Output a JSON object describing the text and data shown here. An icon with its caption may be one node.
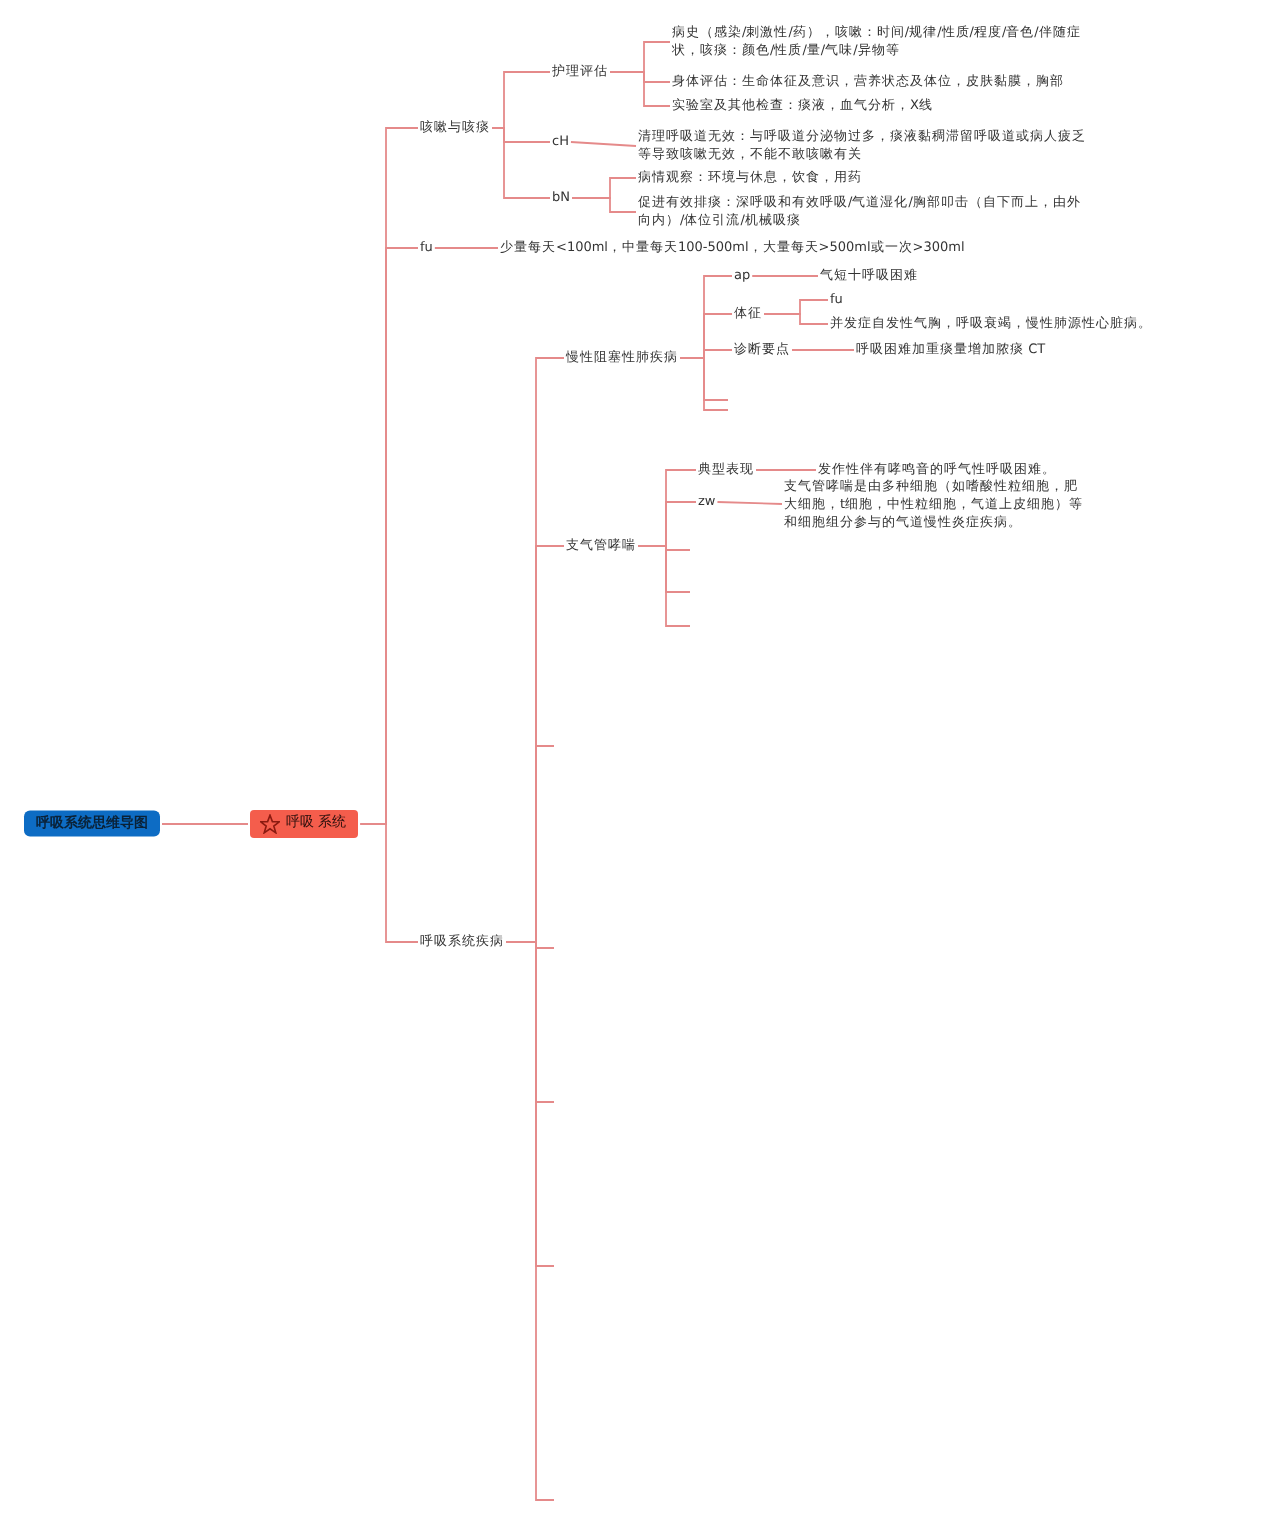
{
  "diagram": {
    "nodes": [
      {
        "text": [
          "呼吸系统思维导图"
        ]
      },
      {
        "text": [
          "呼吸 系统"
        ]
      },
      {
        "text": [
          "咳嗽与咳痰"
        ]
      },
      {
        "text": [
          "护理评估"
        ]
      },
      {
        "text": [
          "病史（感染/刺激性/药），咳嗽：时间/规律/性质/程度/音色/伴随症状，咳痰：颜色/性质/量/气味/异物等"
        ]
      },
      {
        "text": [
          "身体评估：生命体征及意识，营养状态及体位，皮肤黏膜，胸部"
        ]
      },
      {
        "text": [
          "实验室及其他检查：痰液，血气分析，X线"
        ]
      },
      {
        "text": [
          "cH"
        ]
      },
      {
        "text": [
          "清理呼吸道无效：与呼吸道分泌物过多，痰液黏稠滞留呼吸道或病人疲乏等导致咳嗽无效，不能不敢咳嗽有关"
        ]
      },
      {
        "text": [
          "bN"
        ]
      },
      {
        "text": [
          "病情观察：环境与休息，饮食，用药"
        ]
      },
      {
        "text": [
          "促进有效排痰：深呼吸和有效呼吸/气道湿化/胸部叩击（自下而上，由外向内）/体位引流/机械吸痰"
        ]
      },
      {
        "text": [
          "fu"
        ]
      },
      {
        "text": [
          "少量每天<100ml，中量每天100-500ml，大量每天>500ml或一次>300ml"
        ]
      },
      {
        "text": [
          "呼吸系统疾病"
        ]
      },
      {
        "text": [
          "慢性阻塞性肺疾病"
        ]
      },
      {
        "text": [
          "ap"
        ]
      },
      {
        "text": [
          "气短十呼吸困难"
        ]
      },
      {
        "text": [
          "体征"
        ]
      },
      {
        "text": [
          "fu"
        ]
      },
      {
        "text": [
          "并发症自发性气胸，呼吸衰竭，慢性肺源性心脏病。"
        ]
      },
      {
        "text": [
          "诊断要点"
        ]
      },
      {
        "text": [
          "呼吸困难加重痰量增加脓痰 CT"
        ]
      },
      {
        "text": [
          "支气管哮喘"
        ]
      },
      {
        "text": [
          "典型表现"
        ]
      },
      {
        "text": [
          "发作性伴有哮鸣音的呼气性呼吸困难。"
        ]
      },
      {
        "text": [
          "zw"
        ]
      },
      {
        "text": [
          "支气管哮喘是由多种细胞（如嗜酸性粒细胞，肥大细胞，t细胞，中性粒细胞，气道上皮细胞）等和细胞组分参与的气道慢性炎症疾病。"
        ]
      }
    ],
    "edges": [
      {
        "from": 0,
        "to": 1,
        "arrow": "none"
      },
      {
        "from": 1,
        "to": 2,
        "arrow": "none"
      },
      {
        "from": 1,
        "to": 12,
        "arrow": "none"
      },
      {
        "from": 1,
        "to": 14,
        "arrow": "none"
      },
      {
        "from": 2,
        "to": 3,
        "arrow": "none"
      },
      {
        "from": 2,
        "to": 7,
        "arrow": "none"
      },
      {
        "from": 2,
        "to": 9,
        "arrow": "none"
      },
      {
        "from": 3,
        "to": 4,
        "arrow": "none"
      },
      {
        "from": 3,
        "to": 5,
        "arrow": "none"
      },
      {
        "from": 3,
        "to": 6,
        "arrow": "none"
      },
      {
        "from": 7,
        "to": 8,
        "arrow": "none"
      },
      {
        "from": 9,
        "to": 10,
        "arrow": "none"
      },
      {
        "from": 9,
        "to": 11,
        "arrow": "none"
      },
      {
        "from": 12,
        "to": 13,
        "arrow": "none"
      },
      {
        "from": 14,
        "to": 15,
        "arrow": "none"
      },
      {
        "from": 14,
        "to": 23,
        "arrow": "none"
      },
      {
        "from": 14,
        "to": null,
        "arrow": "none"
      },
      {
        "from": 14,
        "to": null,
        "arrow": "none"
      },
      {
        "from": 14,
        "to": null,
        "arrow": "none"
      },
      {
        "from": 14,
        "to": null,
        "arrow": "none"
      },
      {
        "from": 14,
        "to": null,
        "arrow": "none"
      },
      {
        "from": 15,
        "to": 16,
        "arrow": "none"
      },
      {
        "from": 15,
        "to": 18,
        "arrow": "none"
      },
      {
        "from": 15,
        "to": 21,
        "arrow": "none"
      },
      {
        "from": 15,
        "to": null,
        "arrow": "none"
      },
      {
        "from": 15,
        "to": null,
        "arrow": "none"
      },
      {
        "from": 16,
        "to": 17,
        "arrow": "none"
      },
      {
        "from": 18,
        "to": 19,
        "arrow": "none"
      },
      {
        "from": 18,
        "to": 20,
        "arrow": "none"
      },
      {
        "from": 21,
        "to": 22,
        "arrow": "none"
      },
      {
        "from": 23,
        "to": 24,
        "arrow": "none"
      },
      {
        "from": 23,
        "to": 26,
        "arrow": "none"
      },
      {
        "from": 23,
        "to": null,
        "arrow": "none"
      },
      {
        "from": 23,
        "to": null,
        "arrow": "none"
      },
      {
        "from": 23,
        "to": null,
        "arrow": "none"
      },
      {
        "from": 24,
        "to": 25,
        "arrow": "none"
      },
      {
        "from": 26,
        "to": 27,
        "arrow": "none"
      }
    ]
  }
}
